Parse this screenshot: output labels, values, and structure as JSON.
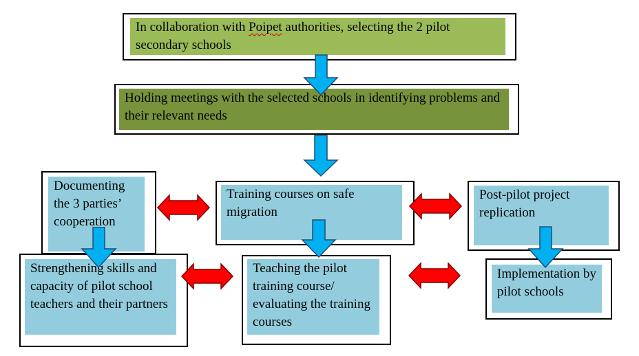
{
  "diagram": {
    "colors": {
      "top_box_fill": "#9bbb59",
      "second_box_fill": "#77933c",
      "node_fill": "#93cddd",
      "down_arrow": "#00b0f0",
      "double_arrow": "#ff0000"
    },
    "boxes": {
      "select_schools": {
        "text_before": "In collaboration with ",
        "text_underlined": "Poipet",
        "text_after": " authorities, selecting the 2 pilot secondary schools"
      },
      "hold_meetings": {
        "text": "Holding meetings with the selected schools in identifying problems and their relevant needs"
      },
      "document_cooperation": {
        "text": "Documenting the 3 parties’ cooperation"
      },
      "training_courses": {
        "text": "Training courses on safe migration"
      },
      "post_pilot_replication": {
        "text": "Post-pilot project replication"
      },
      "strengthening_skills": {
        "text": "Strengthening skills and capacity of pilot school teachers and their partners"
      },
      "teaching_pilot": {
        "text": "Teaching the pilot training course/ evaluating the training courses"
      },
      "implementation": {
        "text": "Implementation by pilot schools"
      }
    }
  }
}
